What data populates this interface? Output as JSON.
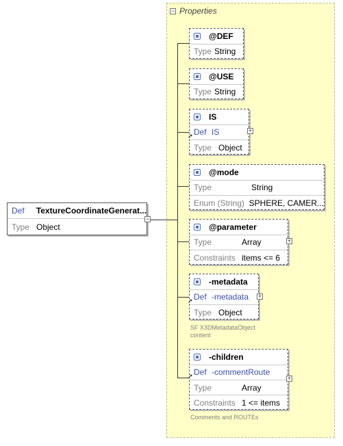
{
  "panel": {
    "title": "Properties"
  },
  "root": {
    "def_label": "Def",
    "name": "TextureCoordinateGenerat...",
    "type_label": "Type",
    "type_value": "Object"
  },
  "nodes": [
    {
      "name": "@DEF",
      "rows": [
        {
          "label": "Type",
          "value": "String"
        }
      ]
    },
    {
      "name": "@USE",
      "rows": [
        {
          "label": "Type",
          "value": "String"
        }
      ]
    },
    {
      "name": "IS",
      "def_label": "Def",
      "def_value": "IS",
      "rows": [
        {
          "label": "Type",
          "value": "Object"
        }
      ]
    },
    {
      "name": "@mode",
      "rows": [
        {
          "label": "Type",
          "value": "String"
        },
        {
          "label": "Enum (String)",
          "value": "SPHERE, CAMER..."
        }
      ]
    },
    {
      "name": "@parameter",
      "rows": [
        {
          "label": "Type",
          "value": "Array"
        },
        {
          "label": "Constraints",
          "value": "items <= 6"
        }
      ]
    },
    {
      "name": "-metadata",
      "def_label": "Def",
      "def_value": "-metadata",
      "rows": [
        {
          "label": "Type",
          "value": "Object"
        }
      ],
      "note": "SF X3DMetadataObject content"
    },
    {
      "name": "-children",
      "def_label": "Def",
      "def_value": "-commentRoute",
      "rows": [
        {
          "label": "Type",
          "value": "Array"
        },
        {
          "label": "Constraints",
          "value": "1 <= items"
        }
      ],
      "note": "Comments and ROUTEs"
    }
  ],
  "icons": {
    "collapse": "minus-icon",
    "expand": "plus-icon",
    "attribute": "attribute-icon",
    "reference": "reference-arrow-icon"
  }
}
